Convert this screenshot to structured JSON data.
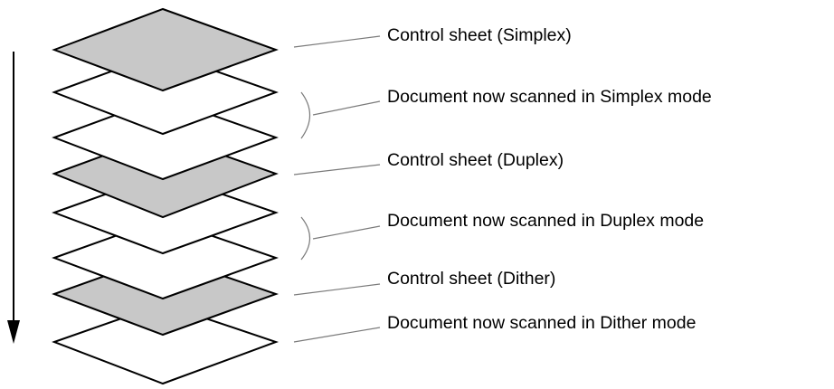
{
  "labels": [
    "Control sheet (Simplex)",
    "Document now scanned in Simplex mode",
    "Control sheet (Duplex)",
    "Document now scanned in Duplex mode",
    "Control sheet (Dither)",
    "Document now scanned in Dither mode"
  ],
  "colors": {
    "control_sheet_fill": "#c8c8c8",
    "document_fill": "#ffffff",
    "stroke": "#000000",
    "leader_line": "#7a7a7a"
  }
}
